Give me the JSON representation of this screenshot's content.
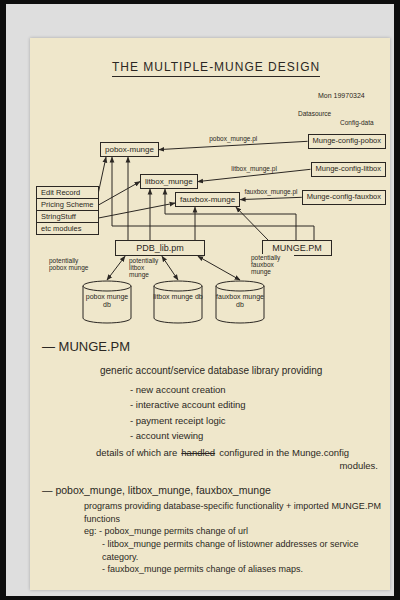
{
  "diagram": {
    "title": "THE MULTIPLE-MUNGE DESIGN",
    "nodes": [
      {
        "text": [
          "pobox-munge"
        ]
      },
      {
        "text": [
          "Munge-config-pobox"
        ]
      },
      {
        "text": [
          "litbox_munge"
        ]
      },
      {
        "text": [
          "Munge-config-litbox"
        ]
      },
      {
        "text": [
          "fauxbox-munge"
        ]
      },
      {
        "text": [
          "Munge-config-fauxbox"
        ]
      },
      {
        "text": [
          "Edit Record",
          "Pricing Scheme",
          "StringStuff",
          "etc modules"
        ]
      },
      {
        "text": [
          "PDB_lib.pm"
        ]
      },
      {
        "text": [
          "MUNGE.PM"
        ]
      },
      {
        "text": [
          "pobox munge db"
        ]
      },
      {
        "text": [
          "litbox munge db"
        ]
      },
      {
        "text": [
          "fauxbox munge db"
        ]
      }
    ],
    "edges": [
      {
        "from": 1,
        "to": 0,
        "arrow": "to",
        "label": "pobox_munge.pl"
      },
      {
        "from": 3,
        "to": 2,
        "arrow": "to",
        "label": "litbox_munge.pl"
      },
      {
        "from": 5,
        "to": 4,
        "arrow": "to",
        "label": "fauxbox_munge.pl"
      },
      {
        "from": 6,
        "to": 0,
        "arrow": "to"
      },
      {
        "from": 6,
        "to": 2,
        "arrow": "to"
      },
      {
        "from": 6,
        "to": 4,
        "arrow": "to"
      },
      {
        "from": 7,
        "to": 0,
        "arrow": "to"
      },
      {
        "from": 7,
        "to": 2,
        "arrow": "to"
      },
      {
        "from": 7,
        "to": 4,
        "arrow": "to"
      },
      {
        "from": 8,
        "to": 0,
        "arrow": "to"
      },
      {
        "from": 8,
        "to": 2,
        "arrow": "to"
      },
      {
        "from": 8,
        "to": 4,
        "arrow": "to"
      },
      {
        "from": 7,
        "to": 9,
        "arrow": "both",
        "label": "potentially pobox munge"
      },
      {
        "from": 7,
        "to": 10,
        "arrow": "both",
        "label": "potentially litbox munge"
      },
      {
        "from": 7,
        "to": 11,
        "arrow": "both",
        "label": "potentially fauxbox munge"
      }
    ],
    "labels": [
      "Mon 19970324",
      "Datasource",
      "Config-data",
      "— MUNGE.PM",
      "generic account/service database library providing",
      "- new account creation",
      "- interactive account editing",
      "- payment receipt logic",
      "- account viewing",
      "details of which are",
      "handled",
      "configured in the Munge.config",
      "modules.",
      "— pobox_munge, litbox_munge, fauxbox_munge",
      "programs providing database-specific functionality + imported MUNGE.PM functions",
      "eg: - pobox_munge permits change of url",
      "- litbox_munge permits change of listowner addresses or service category.",
      "- fauxbox_munge permits change of aliases maps."
    ]
  }
}
